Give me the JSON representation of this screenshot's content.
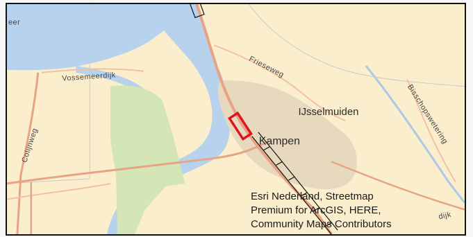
{
  "map": {
    "labels": {
      "water_fragment": "eer",
      "vossemeerdijk": "Vossemeerdijk",
      "colijnweg": "Colijnweg",
      "frieseweg": "Frieseweg",
      "ijsselmuiden": "IJsselmuiden",
      "kampen": "Kampen",
      "bisschopswetering": "Bisschopswetering",
      "dijk_fragment": "dijk"
    },
    "attribution": {
      "line1": "Esri Nederland, Streetmap",
      "line2": "Premium for ArcGIS, HERE,",
      "line3": "Community Maps Contributors"
    },
    "colors": {
      "land": "#fbeecd",
      "water": "#b6d2ec",
      "green": "#d4e6b5",
      "urban": "#e7d9be",
      "major_road": "#e8a284",
      "minor_road": "#f2c0a4",
      "canal": "#a9c9e6",
      "highlight": "#e0141e"
    }
  }
}
